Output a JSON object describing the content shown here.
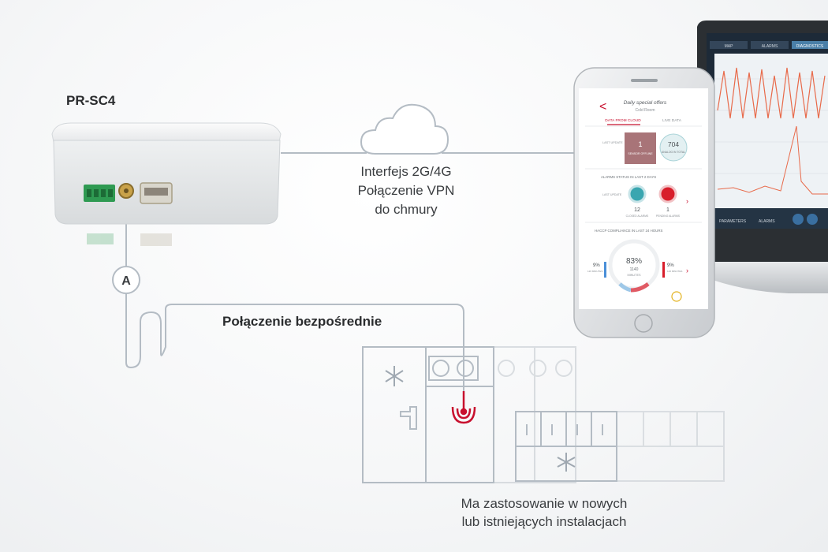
{
  "device": {
    "title": "PR-SC4"
  },
  "connection": {
    "line1": "Interfejs 2G/4G",
    "line2": "Połączenie VPN",
    "line3": "do chmury"
  },
  "direct": {
    "label": "Połączenie bezpośrednie"
  },
  "antenna": {
    "letter": "A"
  },
  "application": {
    "line1": "Ma zastosowanie w nowych",
    "line2": "lub istniejących instalacjach"
  },
  "phone_app": {
    "title": "Daily special offers",
    "subtitle": "Cold Room",
    "tab_cloud": "DATA FROM CLOUD",
    "tab_live": "LIVE DATA",
    "last_update_1": "LAST UPDATE",
    "card_value": "1",
    "card_caption": "SENSOR OFFLINE",
    "circle_value": "704",
    "circle_caption": "ANALOG IN TOTAL",
    "alarms_header": "ALARMS STATUS IN LAST 2 DAYS",
    "closed_count": "12",
    "closed_label": "CLOSED ALARMS",
    "pending_count": "1",
    "pending_label": "PENDING ALARMS",
    "haccp_header": "HACCP COMPLIANCE IN LAST 24 HOURS",
    "percent": "83%",
    "minutes": "1140",
    "minutes_label": "MINUTES",
    "left_percent": "9%",
    "right_percent": "9%",
    "side_minutes": "126 MINUTES"
  },
  "laptop_app": {
    "tab_map": "MAP",
    "tab_alarms": "ALARMS",
    "tab_diagnostics": "DIAGNOSTICS",
    "footer_parameters": "PARAMETERS",
    "footer_alarms": "ALARMS"
  },
  "colors": {
    "line": "#b4bcc4",
    "accent_red": "#c8102e",
    "card_red": "#a87478",
    "teal": "#3aa6b0",
    "laptop_screen": "#1d2a38"
  }
}
